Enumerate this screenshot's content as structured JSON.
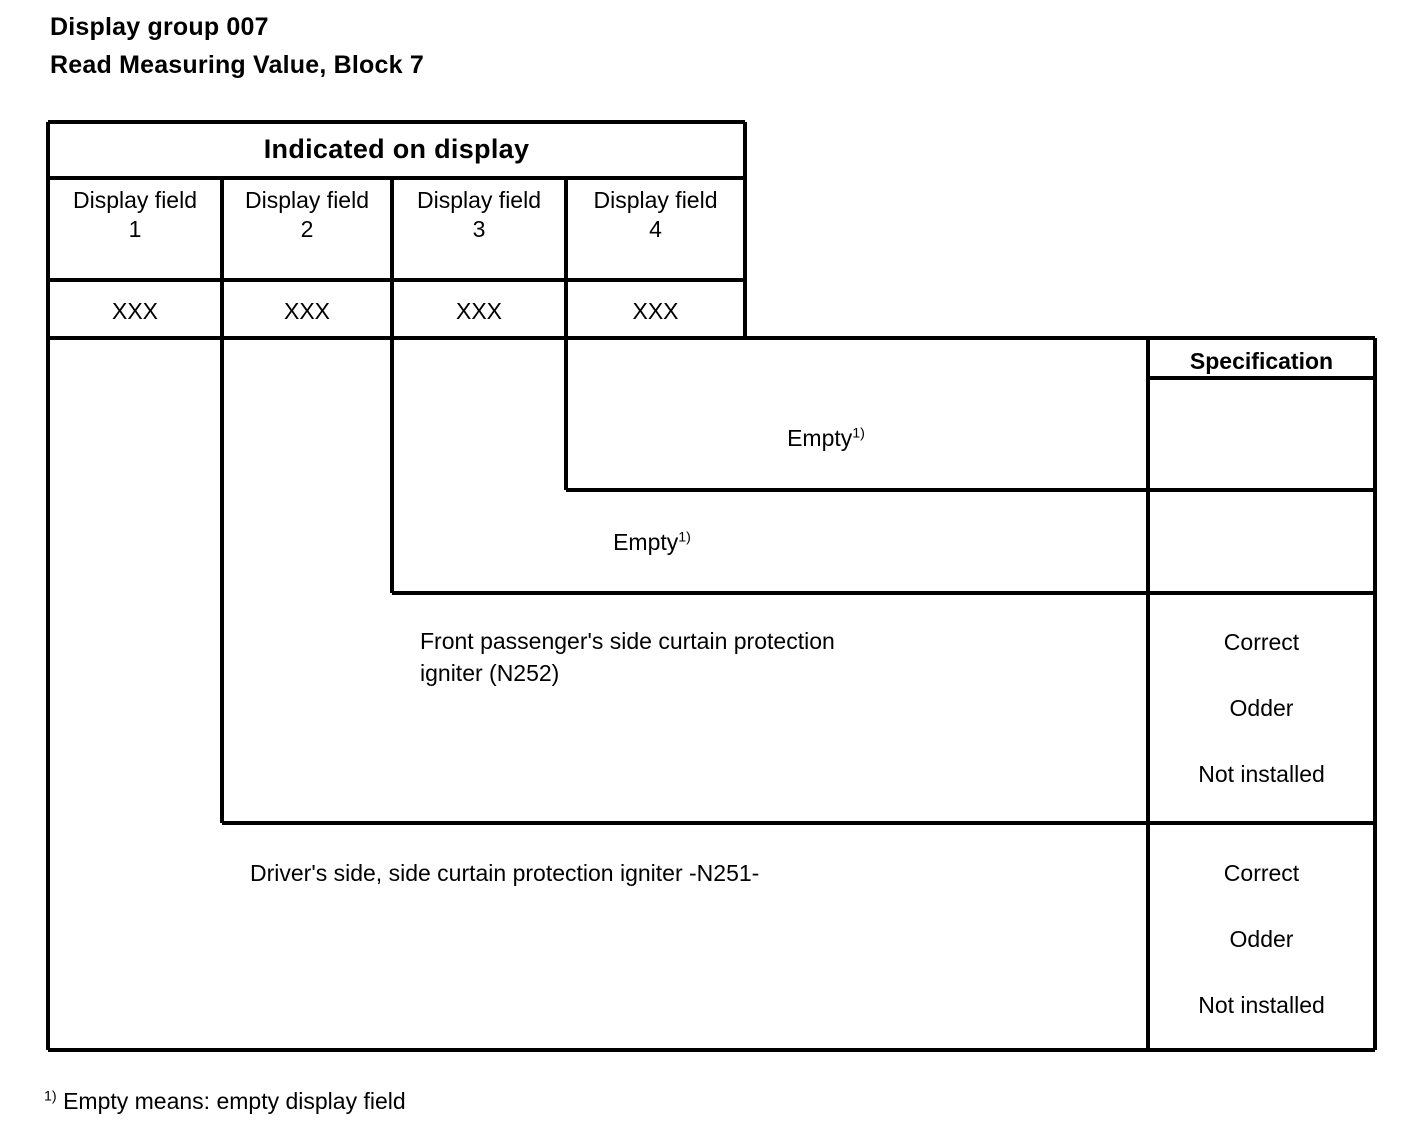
{
  "title": {
    "line1": "Display group 007",
    "line2": "Read Measuring Value, Block 7"
  },
  "table": {
    "group_header": "Indicated on display",
    "spec_header": "Specification",
    "field_headers": [
      {
        "label": "Display field",
        "number": "1"
      },
      {
        "label": "Display field",
        "number": "2"
      },
      {
        "label": "Display field",
        "number": "3"
      },
      {
        "label": "Display field",
        "number": "4"
      }
    ],
    "value_row": [
      "XXX",
      "XXX",
      "XXX",
      "XXX"
    ],
    "rows": [
      {
        "text": "Empty",
        "footnote_mark": "1)",
        "spec": ""
      },
      {
        "text": "Empty",
        "footnote_mark": "1)",
        "spec": ""
      },
      {
        "text_line1": "Front passenger's side curtain protection",
        "text_line2": "igniter (N252)",
        "spec_options": [
          "Correct",
          "Odder",
          "Not installed"
        ]
      },
      {
        "text_line1": "Driver's side, side curtain protection igniter -N251-",
        "spec_options": [
          "Correct",
          "Odder",
          "Not installed"
        ]
      }
    ]
  },
  "footnote": {
    "mark": "1)",
    "text": "Empty means: empty display field"
  },
  "colors": {
    "line": "#000000",
    "background": "#ffffff",
    "text": "#000000"
  }
}
